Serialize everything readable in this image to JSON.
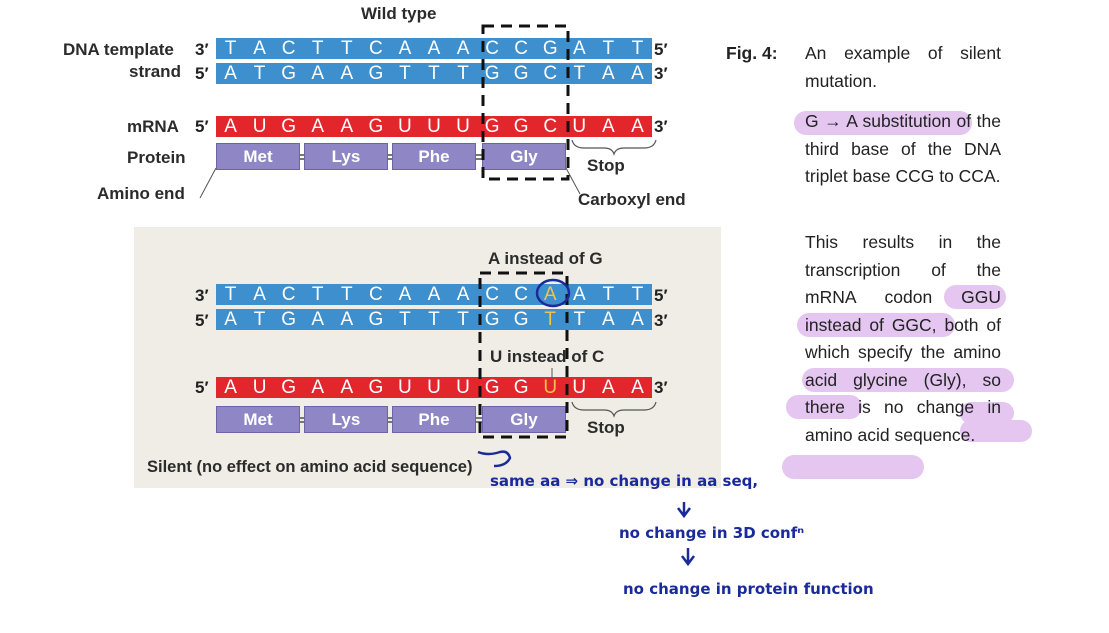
{
  "top": {
    "title": "Wild type",
    "dna_template_label": "DNA template",
    "strand_label": "strand",
    "template_left": "3′",
    "template_right": "5′",
    "template_bases": [
      "T",
      "A",
      "C",
      "T",
      "T",
      "C",
      "A",
      "A",
      "A",
      "C",
      "C",
      "G",
      "A",
      "T",
      "T"
    ],
    "coding_left": "5′",
    "coding_right": "3′",
    "coding_bases": [
      "A",
      "T",
      "G",
      "A",
      "A",
      "G",
      "T",
      "T",
      "T",
      "G",
      "G",
      "C",
      "T",
      "A",
      "A"
    ],
    "mrna_label": "mRNA",
    "mrna_left": "5′",
    "mrna_right": "3′",
    "mrna_bases": [
      "A",
      "U",
      "G",
      "A",
      "A",
      "G",
      "U",
      "U",
      "U",
      "G",
      "G",
      "C",
      "U",
      "A",
      "A"
    ],
    "protein_label": "Protein",
    "amino_acids": [
      "Met",
      "Lys",
      "Phe",
      "Gly"
    ],
    "stop_label": "Stop",
    "amino_end": "Amino end",
    "carboxyl_end": "Carboxyl end"
  },
  "bottom": {
    "a_instead": "A instead of G",
    "template_left": "3′",
    "template_right": "5′",
    "template_bases": [
      "T",
      "A",
      "C",
      "T",
      "T",
      "C",
      "A",
      "A",
      "A",
      "C",
      "C",
      "A",
      "A",
      "T",
      "T"
    ],
    "coding_left": "5′",
    "coding_right": "3′",
    "coding_bases": [
      "A",
      "T",
      "G",
      "A",
      "A",
      "G",
      "T",
      "T",
      "T",
      "G",
      "G",
      "T",
      "T",
      "A",
      "A"
    ],
    "u_instead": "U instead of C",
    "mrna_left": "5′",
    "mrna_right": "3′",
    "mrna_bases": [
      "A",
      "U",
      "G",
      "A",
      "A",
      "G",
      "U",
      "U",
      "U",
      "G",
      "G",
      "U",
      "U",
      "A",
      "A"
    ],
    "amino_acids": [
      "Met",
      "Lys",
      "Phe",
      "Gly"
    ],
    "stop_label": "Stop",
    "silent_label": "Silent (no effect on amino acid sequence)",
    "mutant_color": "#f2c14e"
  },
  "caption": {
    "fig_label": "Fig. 4:",
    "line1": "An example of silent mutation.",
    "para2": "G → A substitution of the third base of the DNA triplet base CCG to CCA.",
    "para3": "This results in the transcription of the mRNA codon GGU instead of GGC, both of which specify the amino acid glycine (Gly), so there is no change in amino acid sequence."
  },
  "handwriting": {
    "line1": "same aa ⇒ no change in aa seq,",
    "line2": "no change in 3D confⁿ",
    "line3": "no change in protein function"
  },
  "colors": {
    "dna": "#3d8fce",
    "mrna": "#e2262b",
    "amino_acid": "#8f86c6",
    "highlight": "#e4c6f1",
    "ink": "#1a2a9a"
  }
}
